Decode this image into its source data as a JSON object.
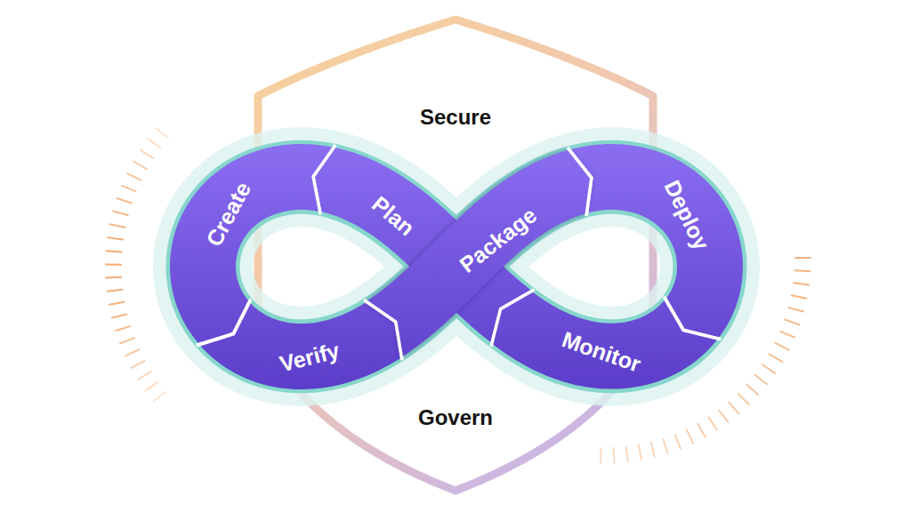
{
  "diagram": {
    "nodes": [
      {
        "text": [
          "Secure",
          "Govern"
        ]
      },
      {
        "text": [
          "Plan"
        ]
      },
      {
        "text": [
          "Create"
        ]
      },
      {
        "text": [
          "Verify"
        ]
      },
      {
        "text": [
          "Package"
        ]
      },
      {
        "text": [
          "Deploy"
        ]
      },
      {
        "text": [
          "Monitor"
        ]
      }
    ]
  }
}
